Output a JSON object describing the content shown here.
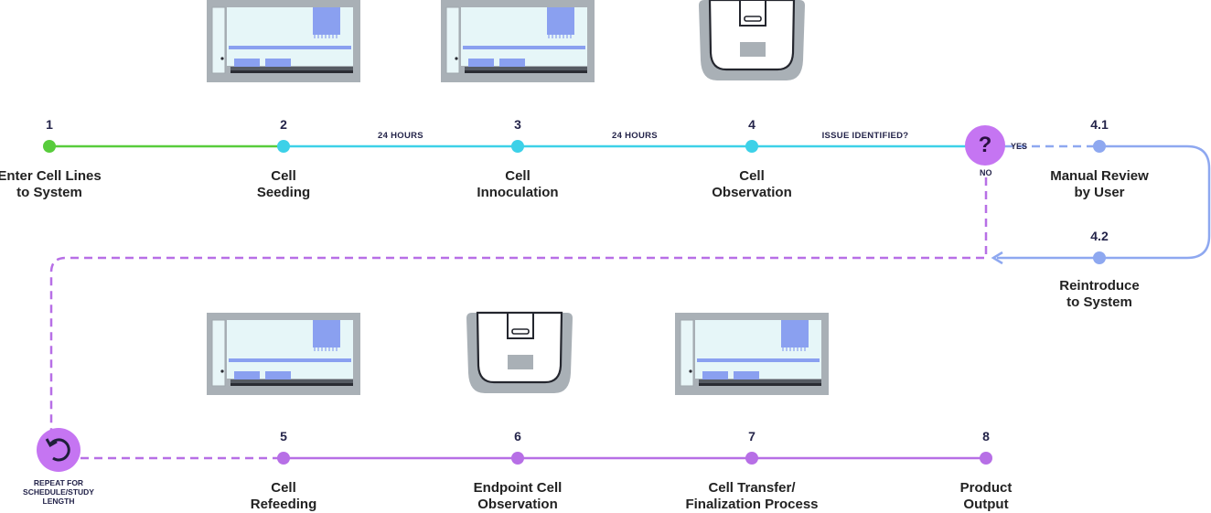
{
  "steps": [
    {
      "num": "1",
      "label": "Enter Cell Lines\nto System"
    },
    {
      "num": "2",
      "label": "Cell\nSeeding"
    },
    {
      "num": "3",
      "label": "Cell\nInnoculation"
    },
    {
      "num": "4",
      "label": "Cell\nObservation"
    },
    {
      "num": "4.1",
      "label": "Manual Review\nby User"
    },
    {
      "num": "4.2",
      "label": "Reintroduce\nto System"
    },
    {
      "num": "5",
      "label": "Cell\nRefeeding"
    },
    {
      "num": "6",
      "label": "Endpoint Cell\nObservation"
    },
    {
      "num": "7",
      "label": "Cell Transfer/\nFinalization Process"
    },
    {
      "num": "8",
      "label": "Product\nOutput"
    }
  ],
  "connectors": {
    "hours_a": "24 HOURS",
    "hours_b": "24 HOURS",
    "issue": "ISSUE IDENTIFIED?",
    "yes": "YES",
    "no": "NO",
    "decision_symbol": "?",
    "repeat": "REPEAT FOR\nSCHEDULE/STUDY\nLENGTH"
  },
  "icons": {
    "decision": "question-icon",
    "repeat": "repeat-arrow-icon",
    "machines": [
      "lab-instrument-icon",
      "lab-instrument-icon",
      "imaging-device-icon",
      "lab-instrument-icon",
      "imaging-device-icon",
      "lab-instrument-icon"
    ]
  },
  "colors": {
    "green": "#58cc3c",
    "teal": "#3dd1e8",
    "blue_dash": "#8ea8f0",
    "purple": "#b76fe6",
    "decision_fill": "#c575f2",
    "machine_gray": "#aab1b7",
    "machine_screen": "#e8f7f9",
    "machine_accent": "#8aa0f0"
  }
}
